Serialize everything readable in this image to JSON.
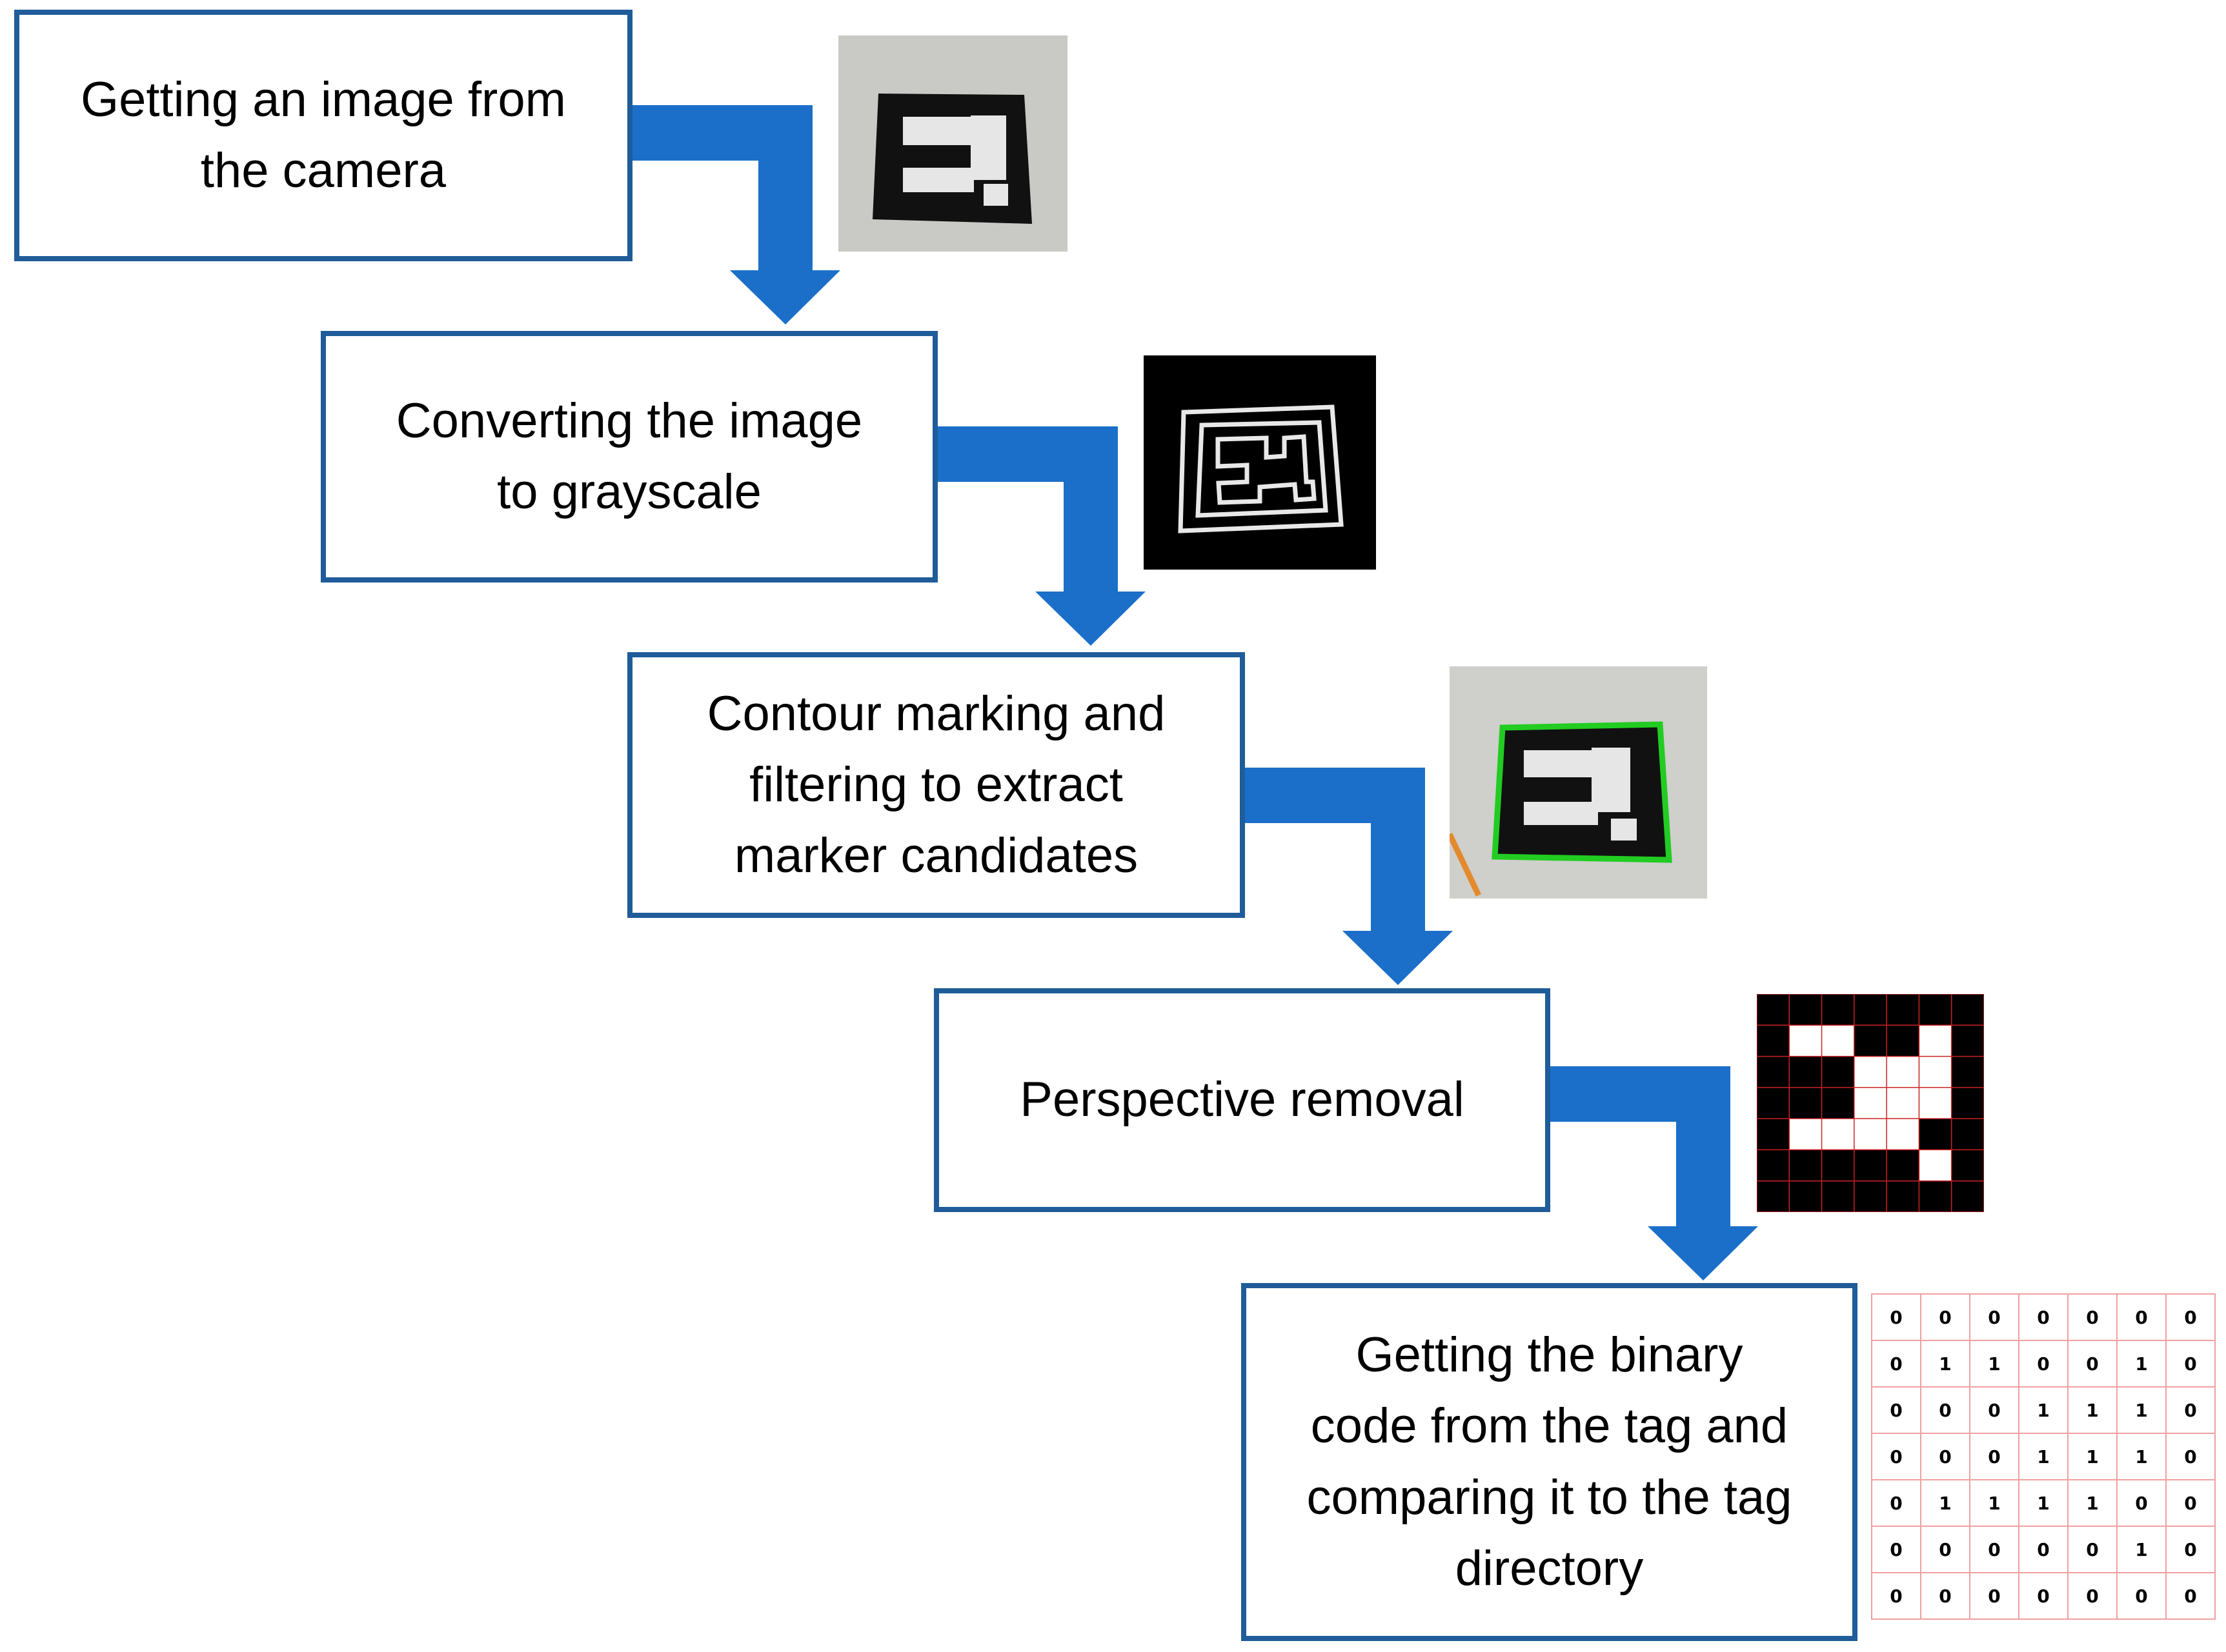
{
  "colors": {
    "box_border": "#1f5c99",
    "arrow_fill": "#1b6fc9",
    "grid_line": "#cc2222",
    "table_border": "#f0a0a0",
    "contour": "#22cc22"
  },
  "steps": [
    {
      "label": "Getting an image from\nthe camera"
    },
    {
      "label": "Converting the image\nto grayscale"
    },
    {
      "label": "Contour marking and\nfiltering to extract\nmarker candidates"
    },
    {
      "label": "Perspective removal"
    },
    {
      "label": "Getting the binary\ncode from the tag and\ncomparing it to the tag\ndirectory"
    }
  ],
  "marker_bits": [
    [
      0,
      0,
      0,
      0,
      0,
      0,
      0
    ],
    [
      0,
      1,
      1,
      0,
      0,
      1,
      0
    ],
    [
      0,
      0,
      0,
      1,
      1,
      1,
      0
    ],
    [
      0,
      0,
      0,
      1,
      1,
      1,
      0
    ],
    [
      0,
      1,
      1,
      1,
      1,
      0,
      0
    ],
    [
      0,
      0,
      0,
      0,
      0,
      1,
      0
    ],
    [
      0,
      0,
      0,
      0,
      0,
      0,
      0
    ]
  ],
  "binary_code": [
    [
      "0",
      "0",
      "0",
      "0",
      "0",
      "0",
      "0"
    ],
    [
      "0",
      "1",
      "1",
      "0",
      "0",
      "1",
      "0"
    ],
    [
      "0",
      "0",
      "0",
      "1",
      "1",
      "1",
      "0"
    ],
    [
      "0",
      "0",
      "0",
      "1",
      "1",
      "1",
      "0"
    ],
    [
      "0",
      "1",
      "1",
      "1",
      "1",
      "0",
      "0"
    ],
    [
      "0",
      "0",
      "0",
      "0",
      "0",
      "1",
      "0"
    ],
    [
      "0",
      "0",
      "0",
      "0",
      "0",
      "0",
      "0"
    ]
  ]
}
